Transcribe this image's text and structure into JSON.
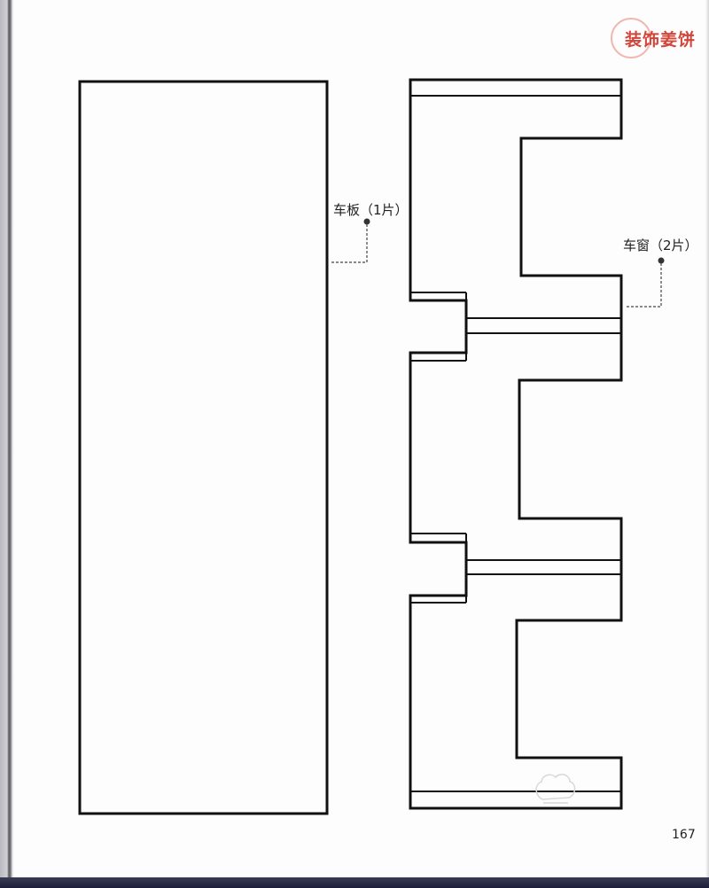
{
  "page": {
    "header_title": "装饰姜饼",
    "page_number": "167"
  },
  "labels": {
    "car_board": "车板（1片）",
    "car_window": "车窗（2片）"
  },
  "colors": {
    "accent": "#d2453a",
    "title_circle": "#f0b8b0",
    "line": "#111111",
    "leader": "#444444",
    "background": "#fdfdfd",
    "spine": "#5a5a62",
    "bottom_band": "#1d1f3a"
  },
  "icons": {
    "logo": "chef-hat-icon",
    "leader_marker": "dot-icon"
  }
}
